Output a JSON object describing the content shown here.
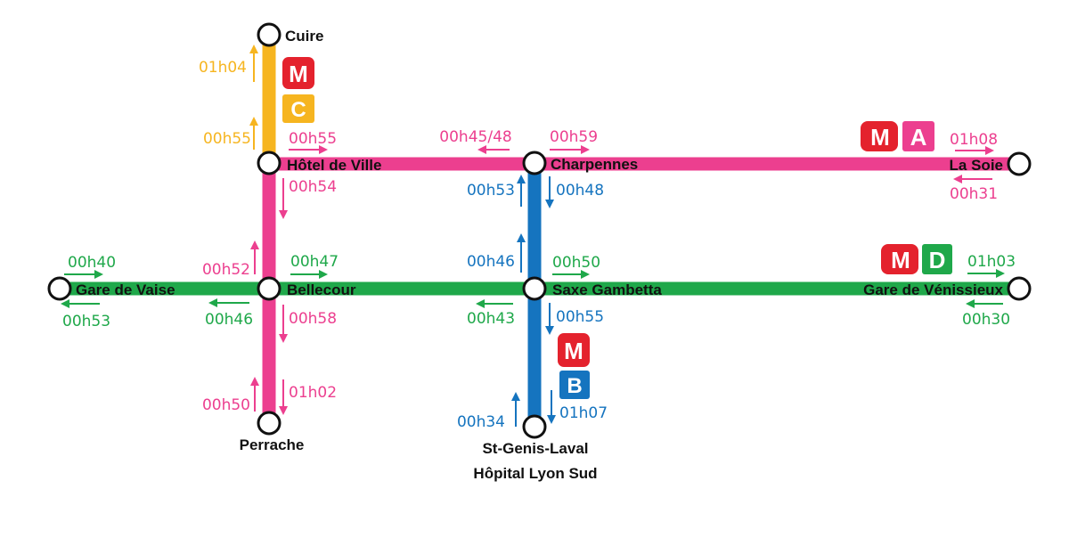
{
  "colors": {
    "line_a": "#ec3f8f",
    "line_b": "#1574bf",
    "line_c": "#f6b520",
    "line_d": "#1fa84a",
    "metro_red": "#e4222d",
    "station_fill": "#ffffff",
    "station_stroke": "#111111"
  },
  "badges": {
    "metro_letter": "M",
    "line_a_letter": "A",
    "line_b_letter": "B",
    "line_c_letter": "C",
    "line_d_letter": "D"
  },
  "stations": {
    "cuire": "Cuire",
    "hotel_de_ville": "Hôtel de Ville",
    "charpennes": "Charpennes",
    "la_soie": "La Soie",
    "gare_de_vaise": "Gare de Vaise",
    "bellecour": "Bellecour",
    "saxe_gambetta": "Saxe Gambetta",
    "gare_de_venissieux": "Gare de Vénissieux",
    "perrache": "Perrache",
    "st_genis_line1": "St-Genis-Laval",
    "st_genis_line2": "Hôpital Lyon Sud"
  },
  "times": {
    "c_to_cuire": "01h04",
    "c_at_hdv_up": "00h55",
    "a_hdv_east": "00h55",
    "a_hdv_south": "00h54",
    "a_charpennes_west": "00h45/48",
    "a_charpennes_east": "00h59",
    "a_to_la_soie": "01h08",
    "a_from_la_soie": "00h31",
    "b_charpennes_up": "00h53",
    "b_charpennes_down": "00h48",
    "a_bellecour_up": "00h52",
    "d_bellecour_east": "00h47",
    "d_bellecour_west": "00h46",
    "a_bellecour_down": "00h58",
    "d_to_vaise": "00h40",
    "d_from_vaise": "00h53",
    "b_saxe_up": "00h46",
    "d_saxe_east": "00h50",
    "d_saxe_west": "00h43",
    "b_saxe_down": "00h55",
    "d_to_venissieux": "01h03",
    "d_from_venissieux": "00h30",
    "a_perrache_up": "00h50",
    "a_perrache_down": "01h02",
    "b_from_st_genis": "00h34",
    "b_to_st_genis": "01h07"
  }
}
